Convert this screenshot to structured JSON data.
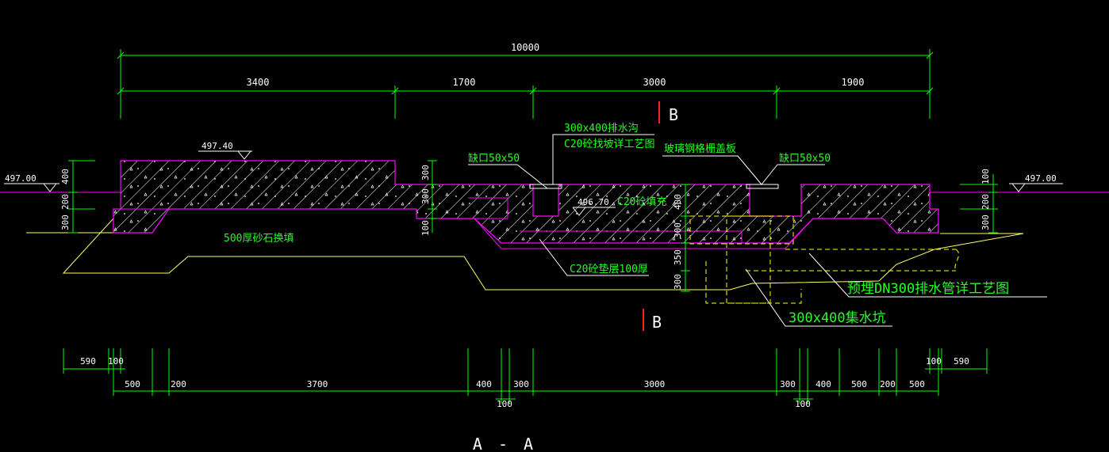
{
  "section_title": "A - A",
  "section_marks": {
    "top": "B",
    "bottom": "B"
  },
  "top_dims": {
    "overall": "10000",
    "segments": [
      "3400",
      "1700",
      "3000",
      "1900"
    ]
  },
  "elevations": {
    "left_ground": "497.00",
    "right_ground": "497.00",
    "top_slab": "497.40",
    "channel_bottom": "496.70"
  },
  "labels": {
    "drain_channel": "300x400排水沟",
    "drain_channel_sub": "C20砼找坡详工艺图",
    "notch_left": "缺口50x50",
    "notch_right": "缺口50x50",
    "grating_cover": "玻璃钢格栅盖板",
    "c20_fill": "C20砼填充",
    "gravel": "500厚砂石换填",
    "cushion": "C20砼垫层100厚",
    "pipe": "预埋DN300排水管详工艺图",
    "sump": "300x400集水坑"
  },
  "side_dims": {
    "left": [
      "400",
      "200",
      "300"
    ],
    "right": [
      "100",
      "200",
      "300"
    ],
    "mid_step": [
      "300",
      "300",
      "100"
    ],
    "sump": [
      "400",
      "300",
      "350",
      "300"
    ]
  },
  "bottom_dims": {
    "row1_left": [
      "590",
      "100"
    ],
    "row1_right": [
      "100",
      "590"
    ],
    "row2": [
      "500",
      "200",
      "3700",
      "400",
      "300",
      "3000",
      "300",
      "400",
      "500",
      "200",
      "500"
    ],
    "row3": [
      "100",
      "100"
    ]
  },
  "colors": {
    "slab_outline": "#ff00ff",
    "dimension": "#00ff00",
    "text": "#ffffff",
    "note": "#22ff22",
    "excavation": "#ffff66",
    "hidden": "#ffff00",
    "section_mark": "#ff2020"
  }
}
